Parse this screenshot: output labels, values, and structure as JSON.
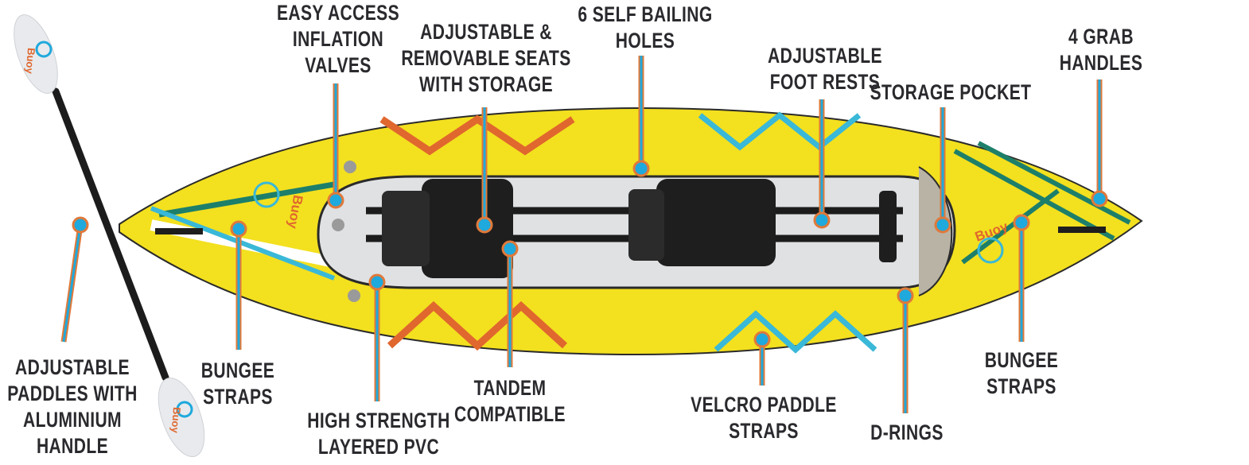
{
  "brand": "Buoy",
  "colors": {
    "leader_outline": "#e0793a",
    "leader_core": "#1fa9dc",
    "hull": "#f5e21c",
    "text": "#2a2a2e"
  },
  "callouts": [
    {
      "id": "valves",
      "lines": [
        "EASY ACCESS",
        "INFLATION",
        "VALVES"
      ]
    },
    {
      "id": "seats",
      "lines": [
        "ADJUSTABLE &",
        "REMOVABLE SEATS",
        "WITH STORAGE"
      ]
    },
    {
      "id": "bailing",
      "lines": [
        "6 SELF BAILING",
        "HOLES"
      ]
    },
    {
      "id": "footrests",
      "lines": [
        "ADJUSTABLE",
        "FOOT RESTS"
      ]
    },
    {
      "id": "pocket",
      "lines": [
        "STORAGE POCKET"
      ]
    },
    {
      "id": "handles",
      "lines": [
        "4  GRAB",
        "HANDLES"
      ]
    },
    {
      "id": "paddles",
      "lines": [
        "ADJUSTABLE",
        "PADDLES WITH",
        "ALUMINIUM",
        "HANDLE"
      ]
    },
    {
      "id": "bungee-left",
      "lines": [
        "BUNGEE",
        "STRAPS"
      ]
    },
    {
      "id": "pvc",
      "lines": [
        "HIGH STRENGTH",
        "LAYERED PVC"
      ]
    },
    {
      "id": "tandem",
      "lines": [
        "TANDEM",
        "COMPATIBLE"
      ]
    },
    {
      "id": "velcro",
      "lines": [
        "VELCRO PADDLE",
        "STRAPS"
      ]
    },
    {
      "id": "drings",
      "lines": [
        "D-RINGS"
      ]
    },
    {
      "id": "bungee-right",
      "lines": [
        "BUNGEE",
        "STRAPS"
      ]
    }
  ]
}
